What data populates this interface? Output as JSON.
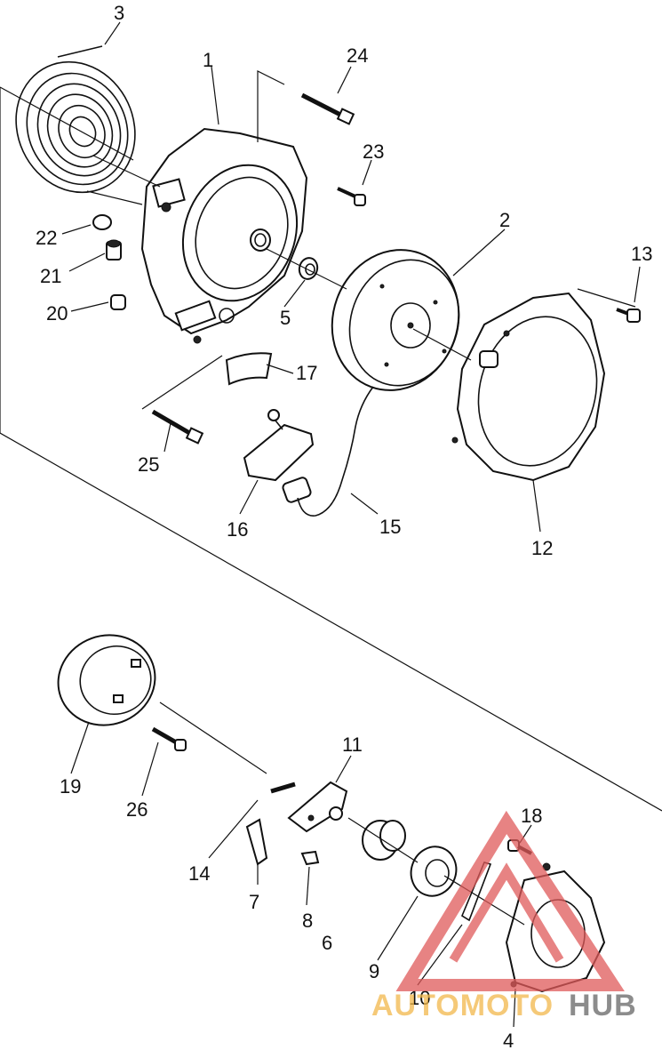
{
  "diagram": {
    "labels": {
      "p1": "1",
      "p2": "2",
      "p3": "3",
      "p4": "4",
      "p5": "5",
      "p6": "6",
      "p7": "7",
      "p8": "8",
      "p9": "9",
      "p10": "10",
      "p11": "11",
      "p12": "12",
      "p13": "13",
      "p14": "14",
      "p15": "15",
      "p16": "16",
      "p17": "17",
      "p18": "18",
      "p19": "19",
      "p20": "20",
      "p21": "21",
      "p22": "22",
      "p23": "23",
      "p24": "24",
      "p25": "25",
      "p26": "26"
    }
  },
  "watermark": {
    "text_part1": "AUTOMOTO",
    "text_part2": "HUB",
    "color_primary": "#e05a5a",
    "color_secondary": "#f2b84b",
    "color_dark": "#666666"
  }
}
